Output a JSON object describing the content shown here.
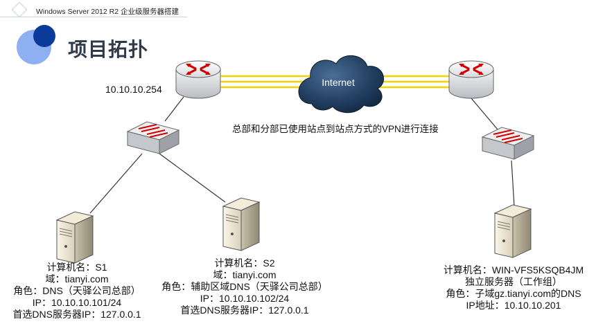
{
  "header": {
    "text": "Windows Server 2012 R2 企业级服务器搭建",
    "accent_light": "#8fb0f0",
    "accent_dark": "#0a3a9a"
  },
  "title": "项目拓扑",
  "router_left_ip": "10.10.10.254",
  "internet_label": "Internet",
  "vpn_note": "总部和分部已使用站点到站点方式的VPN进行连接",
  "servers": {
    "s1": {
      "lines": [
        "计算机名：S1",
        "域：tianyi.com",
        "角色：DNS（天驿公司总部）",
        "IP：10.10.10.101/24",
        "首选DNS服务器IP：127.0.0.1"
      ]
    },
    "s2": {
      "lines": [
        "计算机名：S2",
        "域：tianyi.com",
        "角色：辅助区域DNS（天驿公司总部）",
        "IP：10.10.10.102/24",
        "首选DNS服务器IP：127.0.0.1"
      ]
    },
    "s3": {
      "lines": [
        "计算机名：WIN-VFS5KSQB4JM",
        "独立服务器（工作组）",
        "角色：子域gz.tianyi.com的DNS",
        "IP地址：10.10.10.201"
      ]
    }
  },
  "icons": {
    "router": "router-icon",
    "switch": "switch-icon",
    "server": "server-icon",
    "cloud": "cloud-icon"
  }
}
